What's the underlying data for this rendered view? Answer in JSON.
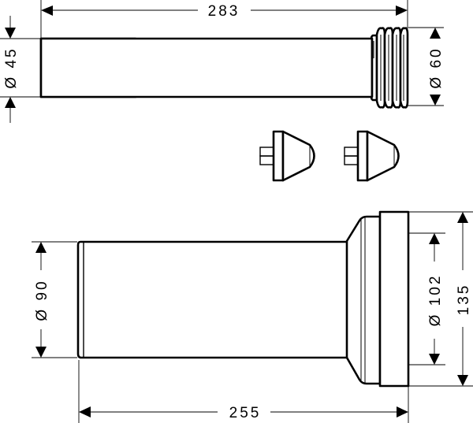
{
  "drawing": {
    "type": "technical-dimension-drawing",
    "line_color": "#000000",
    "background": "#ffffff",
    "parts": [
      {
        "id": "extension-pipe",
        "description": "Straight pipe with threaded/ribbed end"
      },
      {
        "id": "end-caps",
        "description": "Two plug caps",
        "count": 2
      },
      {
        "id": "wc-connector",
        "description": "Toilet connection pipe with flanged end"
      }
    ]
  },
  "dimensions": {
    "pipe_length": "283",
    "pipe_diameter": "Ø 45",
    "pipe_thread_diameter": "Ø 60",
    "connector_pipe_diameter": "Ø 90",
    "connector_length": "255",
    "connector_inner_diameter": "Ø 102",
    "connector_outer_diameter": "135"
  }
}
